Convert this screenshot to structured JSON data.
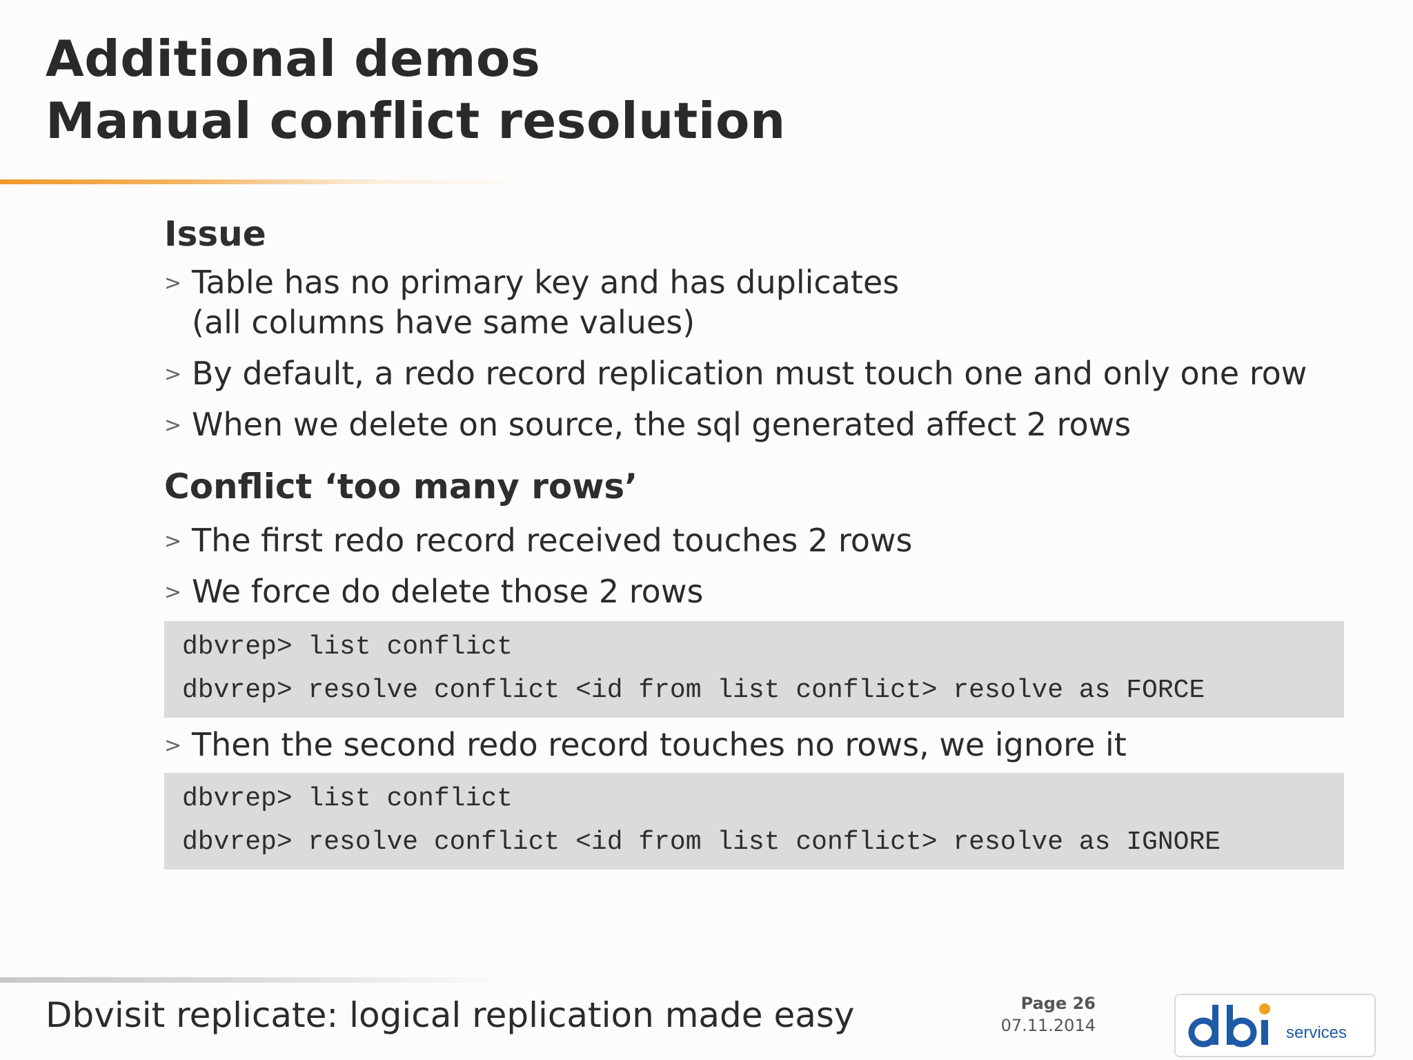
{
  "header": {
    "title": "Additional demos",
    "subtitle": "Manual conflict resolution"
  },
  "sections": {
    "issue": {
      "heading": "Issue",
      "bullets": [
        {
          "line1": "Table has no primary key and has duplicates",
          "line2": "(all columns have same values)"
        },
        {
          "line1": "By default, a redo record replication must touch one and only one row"
        },
        {
          "line1": "When we delete on source, the sql generated affect 2 rows"
        }
      ]
    },
    "conflict": {
      "heading": "Conflict ‘too many rows’",
      "bullets": [
        "The first redo record received touches 2 rows",
        "We force do delete those 2 rows",
        "Then the second redo record touches no rows, we ignore it"
      ],
      "code_force": [
        "dbvrep> list conflict",
        "dbvrep> resolve conflict <id from list conflict> resolve as FORCE"
      ],
      "code_ignore": [
        "dbvrep> list conflict",
        "dbvrep> resolve conflict <id from list conflict> resolve as IGNORE"
      ]
    }
  },
  "bullet_marker": ">",
  "footer": {
    "text": "Dbvisit replicate: logical replication made easy",
    "page": "Page 26",
    "date": "07.11.2014",
    "logo_main": "dbi",
    "logo_sub": "services"
  },
  "colors": {
    "accent_orange": "#ef9a2a",
    "code_background": "#dcdadc",
    "logo_blue": "#1f5aa6",
    "logo_orange": "#f0a020"
  }
}
